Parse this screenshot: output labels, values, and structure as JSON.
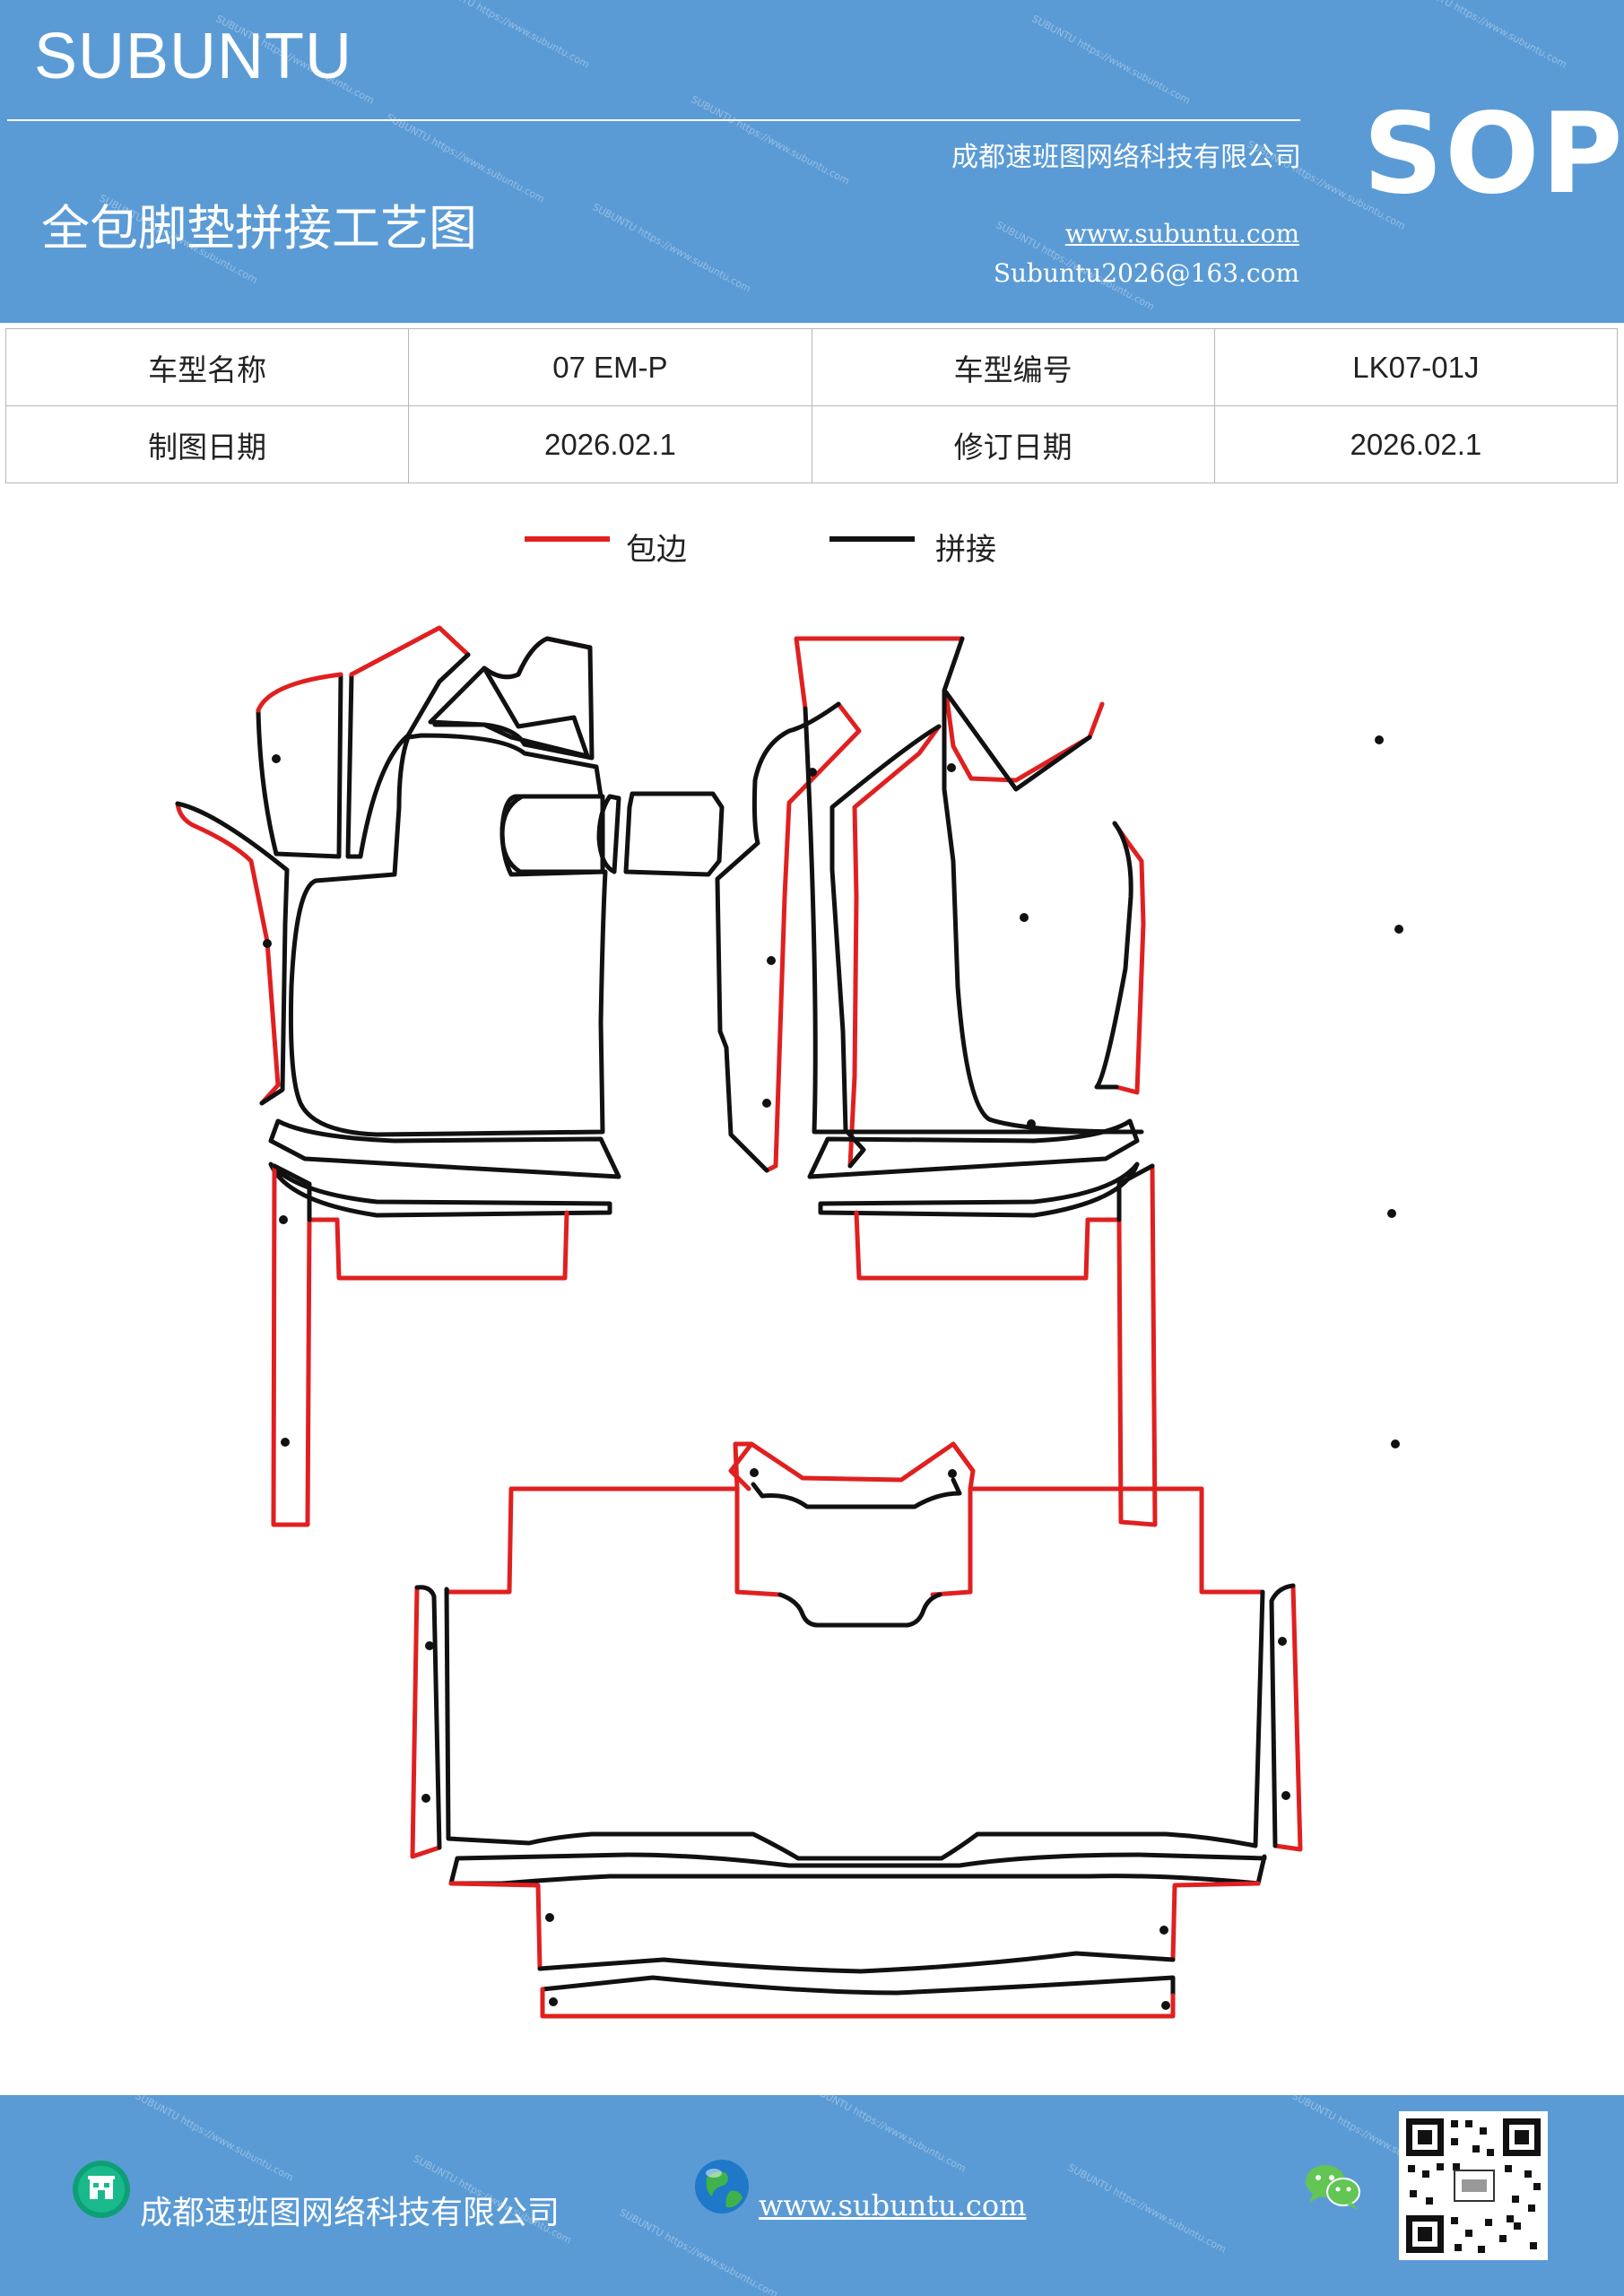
{
  "header": {
    "brand": "SUBUNTU",
    "title": "全包脚垫拼接工艺图",
    "company": "成都速班图网络科技有限公司",
    "website": "www.subuntu.com",
    "email": "Subuntu2026@163.com",
    "badge": "SOP",
    "watermark": "SUBUNTU https://www.subuntu.com"
  },
  "info_table": {
    "rows": [
      [
        "车型名称",
        "07  EM-P",
        "车型编号",
        "LK07-01J"
      ],
      [
        "制图日期",
        "2026.02.1",
        "修订日期",
        "2026.02.1"
      ]
    ]
  },
  "legend": {
    "items": [
      {
        "label": "包边",
        "color": "#e02020"
      },
      {
        "label": "拼接",
        "color": "#111111"
      }
    ]
  },
  "footer": {
    "company": "成都速班图网络科技有限公司",
    "website": "www.subuntu.com",
    "icons": [
      "company-icon",
      "globe-icon",
      "wechat-icon",
      "qr-code"
    ]
  },
  "colors": {
    "header_bg": "#5b9bd5",
    "edge_binding": "#e02020",
    "splice": "#111111"
  }
}
